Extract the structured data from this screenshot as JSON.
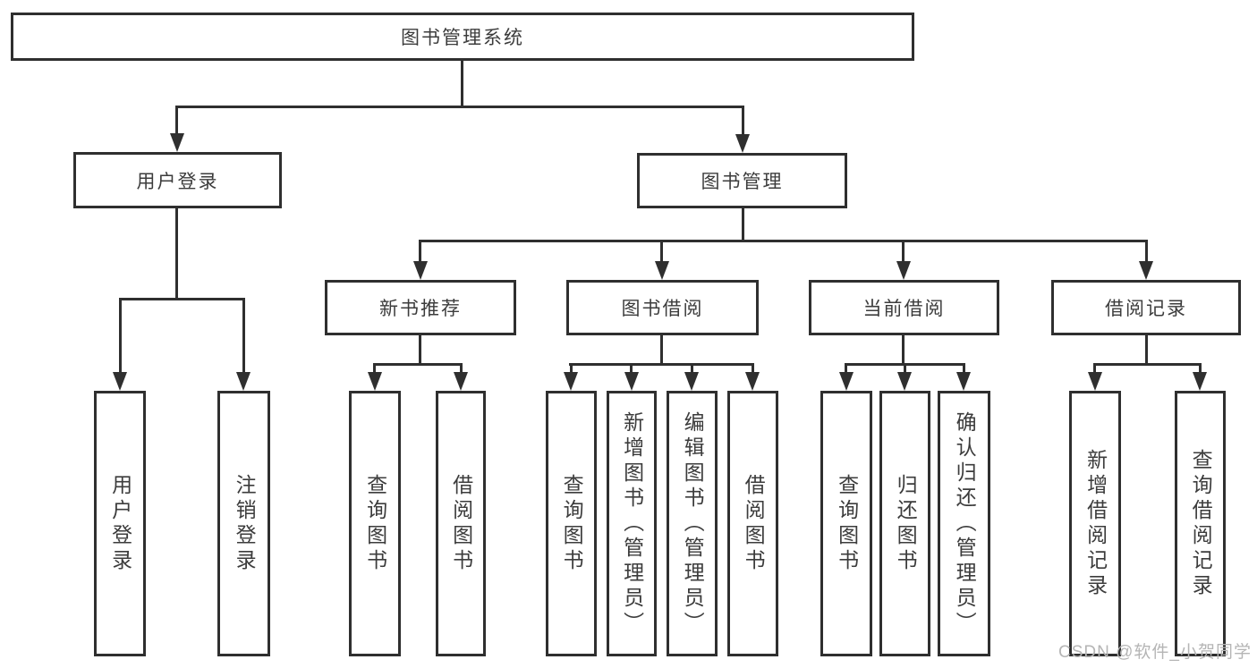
{
  "diagram": {
    "root": {
      "label": "图书管理系统"
    },
    "level2": [
      {
        "label": "用户登录"
      },
      {
        "label": "图书管理"
      }
    ],
    "level3": [
      {
        "label": "新书推荐"
      },
      {
        "label": "图书借阅"
      },
      {
        "label": "当前借阅"
      },
      {
        "label": "借阅记录"
      }
    ],
    "leaves": {
      "user_login": [
        "用户登录",
        "注销登录"
      ],
      "new_book": [
        "查询图书",
        "借阅图书"
      ],
      "book_borrow": [
        "查询图书",
        "新增图书（管理员）",
        "编辑图书（管理员）",
        "借阅图书"
      ],
      "current_borrow": [
        "查询图书",
        "归还图书",
        "确认归还（管理员）"
      ],
      "borrow_records": [
        "新增借阅记录",
        "查询借阅记录"
      ]
    }
  },
  "watermark": {
    "text": "CSDN @软件_小贺同学"
  },
  "colors": {
    "line": "#2f2f2f",
    "text": "#3c3c3c",
    "watermark": "#b5b5b5",
    "background": "#ffffff"
  }
}
